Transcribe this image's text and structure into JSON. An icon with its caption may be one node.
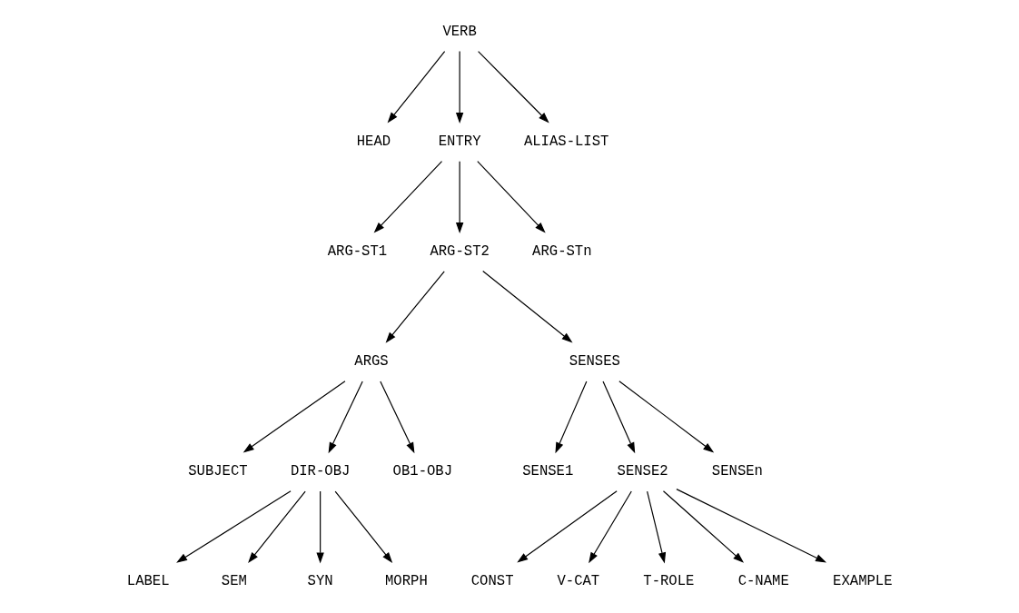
{
  "diagram": {
    "nodes": [
      {
        "text": [
          "VERB"
        ]
      },
      {
        "text": [
          "HEAD"
        ]
      },
      {
        "text": [
          "ENTRY"
        ]
      },
      {
        "text": [
          "ALIAS-LIST"
        ]
      },
      {
        "text": [
          "ARG-ST1"
        ]
      },
      {
        "text": [
          "ARG-ST2"
        ]
      },
      {
        "text": [
          "ARG-STn"
        ]
      },
      {
        "text": [
          "ARGS"
        ]
      },
      {
        "text": [
          "SENSES"
        ]
      },
      {
        "text": [
          "SUBJECT"
        ]
      },
      {
        "text": [
          "DIR-OBJ"
        ]
      },
      {
        "text": [
          "OB1-OBJ"
        ]
      },
      {
        "text": [
          "SENSE1"
        ]
      },
      {
        "text": [
          "SENSE2"
        ]
      },
      {
        "text": [
          "SENSEn"
        ]
      },
      {
        "text": [
          "LABEL"
        ]
      },
      {
        "text": [
          "SEM"
        ]
      },
      {
        "text": [
          "SYN"
        ]
      },
      {
        "text": [
          "MORPH"
        ]
      },
      {
        "text": [
          "CONST"
        ]
      },
      {
        "text": [
          "V-CAT"
        ]
      },
      {
        "text": [
          "T-ROLE"
        ]
      },
      {
        "text": [
          "C-NAME"
        ]
      },
      {
        "text": [
          "EXAMPLE"
        ]
      }
    ],
    "edges": [
      {
        "from": 0,
        "to": 1,
        "arrow": "to"
      },
      {
        "from": 0,
        "to": 2,
        "arrow": "to"
      },
      {
        "from": 0,
        "to": 3,
        "arrow": "to"
      },
      {
        "from": 2,
        "to": 4,
        "arrow": "to"
      },
      {
        "from": 2,
        "to": 5,
        "arrow": "to"
      },
      {
        "from": 2,
        "to": 6,
        "arrow": "to"
      },
      {
        "from": 5,
        "to": 7,
        "arrow": "to"
      },
      {
        "from": 5,
        "to": 8,
        "arrow": "to"
      },
      {
        "from": 7,
        "to": 9,
        "arrow": "to"
      },
      {
        "from": 7,
        "to": 10,
        "arrow": "to"
      },
      {
        "from": 7,
        "to": 11,
        "arrow": "to"
      },
      {
        "from": 8,
        "to": 12,
        "arrow": "to"
      },
      {
        "from": 8,
        "to": 13,
        "arrow": "to"
      },
      {
        "from": 8,
        "to": 14,
        "arrow": "to"
      },
      {
        "from": 10,
        "to": 15,
        "arrow": "to"
      },
      {
        "from": 10,
        "to": 16,
        "arrow": "to"
      },
      {
        "from": 10,
        "to": 17,
        "arrow": "to"
      },
      {
        "from": 10,
        "to": 18,
        "arrow": "to"
      },
      {
        "from": 13,
        "to": 19,
        "arrow": "to"
      },
      {
        "from": 13,
        "to": 20,
        "arrow": "to"
      },
      {
        "from": 13,
        "to": 21,
        "arrow": "to"
      },
      {
        "from": 13,
        "to": 22,
        "arrow": "to"
      },
      {
        "from": 13,
        "to": 23,
        "arrow": "to"
      }
    ]
  }
}
